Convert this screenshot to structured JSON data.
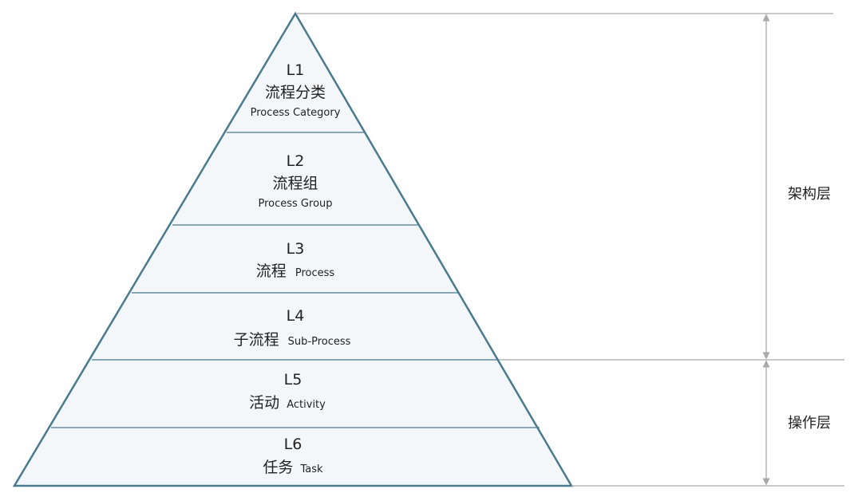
{
  "colors": {
    "pyramid_fill": "#f3f7fa",
    "pyramid_stroke": "#4a7a8e",
    "divider_line": "#a8a8a8",
    "text": "#222222"
  },
  "levels": [
    {
      "id": "L1",
      "cn": "流程分类",
      "en": "Process Category"
    },
    {
      "id": "L2",
      "cn": "流程组",
      "en": "Process Group"
    },
    {
      "id": "L3",
      "cn": "流程",
      "en": "Process"
    },
    {
      "id": "L4",
      "cn": "子流程",
      "en": "Sub-Process"
    },
    {
      "id": "L5",
      "cn": "活动",
      "en": "Activity"
    },
    {
      "id": "L6",
      "cn": "任务",
      "en": "Task"
    }
  ],
  "layers": {
    "architecture": "架构层",
    "operation": "操作层"
  }
}
